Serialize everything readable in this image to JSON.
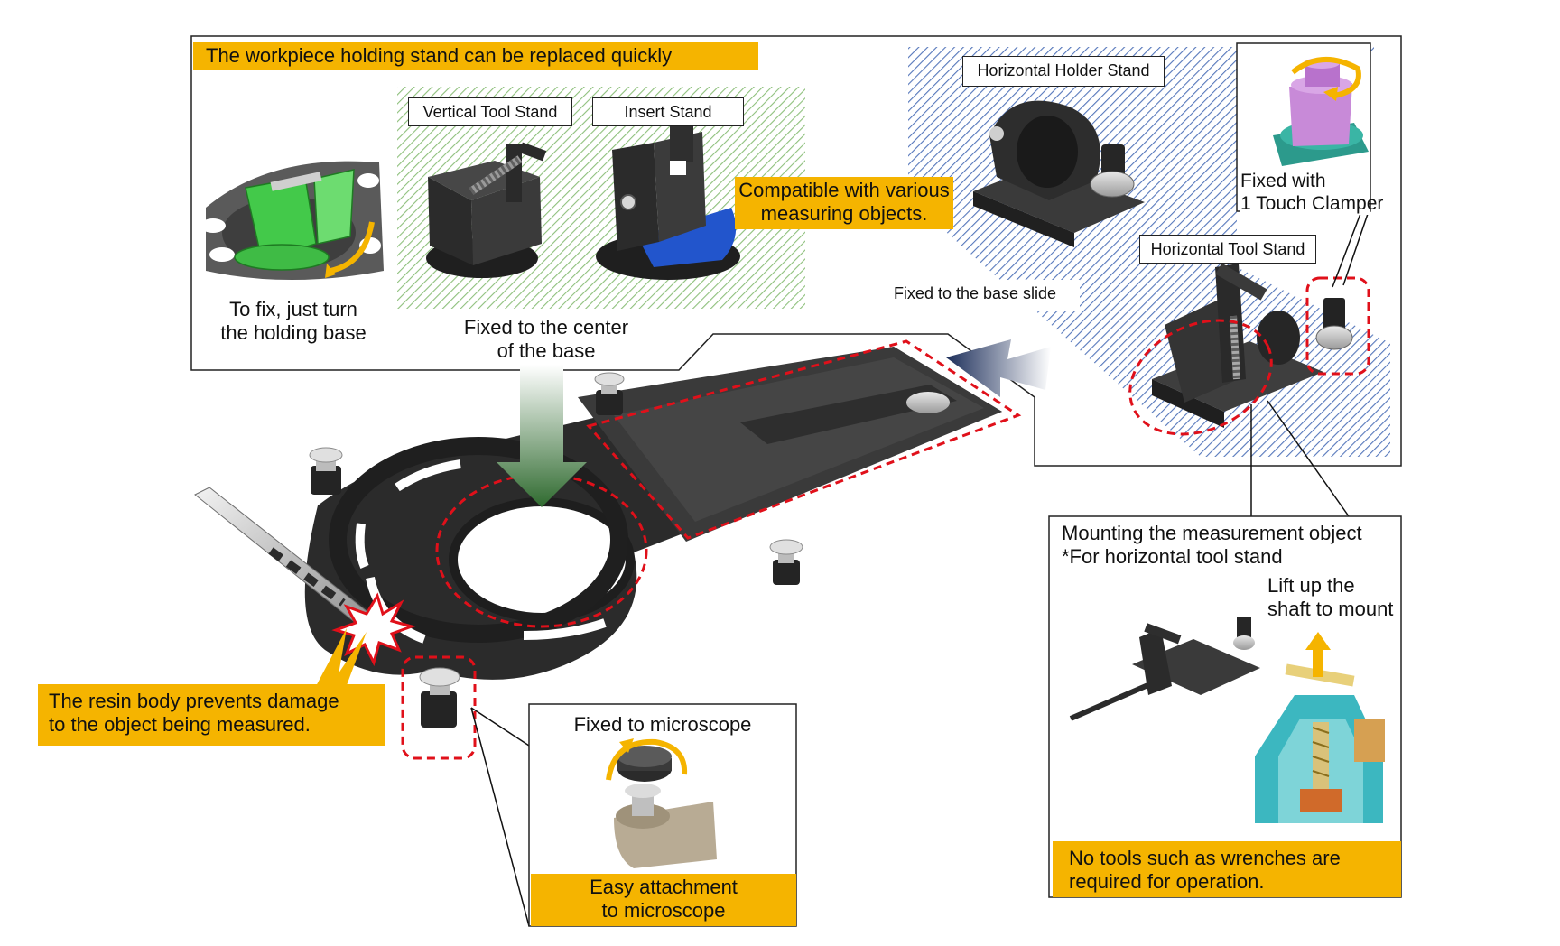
{
  "callouts": {
    "top_banner": "The workpiece holding stand  can be replaced quickly",
    "compatible": [
      "Compatible with various",
      "measuring objects."
    ],
    "resin": [
      "The resin body prevents damage",
      "to the object being measured."
    ],
    "no_tools": [
      "No tools such as wrenches are",
      "required for operation."
    ],
    "easy_attach": [
      "Easy attachment",
      "to microscope"
    ]
  },
  "stand_labels": {
    "vertical": "Vertical Tool Stand",
    "insert": "Insert Stand",
    "horizontal_holder": "Horizontal Holder Stand",
    "horizontal_tool": "Horizontal Tool Stand",
    "base_slide": "Fixed to the base slide",
    "microscope": "Fixed to microscope"
  },
  "captions": {
    "turn_base": [
      "To fix, just turn",
      "the holding base"
    ],
    "center": [
      "Fixed to the center",
      "of the base"
    ],
    "touch_clamper": [
      "Fixed with",
      "1 Touch Clamper"
    ],
    "mounting": [
      "Mounting the measurement object",
      "*For horizontal tool stand"
    ],
    "lift": [
      "Lift up the",
      "shaft to mount"
    ]
  },
  "colors": {
    "callout_yellow": "#f5b400",
    "highlight_red": "#e0101a",
    "green_hatch": "#8ec07c",
    "blue_hatch": "#5577bb",
    "resin_black": "#2b2b2b"
  }
}
